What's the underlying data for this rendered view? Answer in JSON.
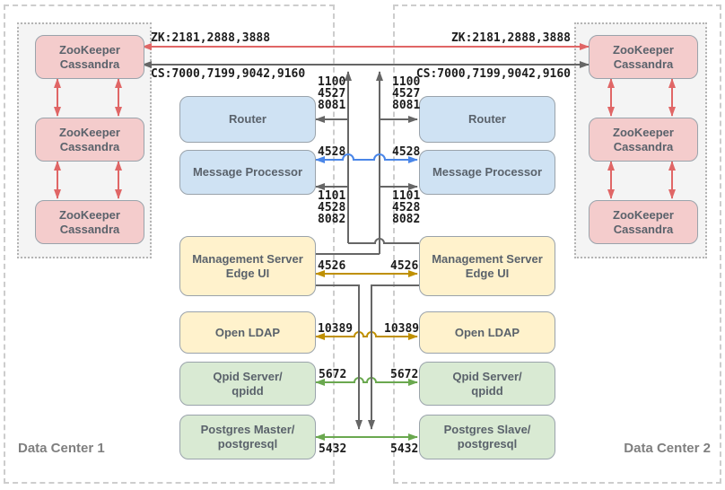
{
  "colors": {
    "zk_node_fill": "#f4cccc",
    "gateway_node_fill": "#cfe2f3",
    "mgmt_node_fill": "#fff2cc",
    "datastore_node_fill": "#d9ead3",
    "zk_link": "#e06666",
    "cassandra_link": "#666666",
    "message_processor_link": "#4a86e8",
    "management_link": "#bf9000",
    "datastore_link": "#6aa84f",
    "dc_label_color": "#7f7f7f"
  },
  "dc1": {
    "label": "Data Center 1",
    "zk_nodes": [
      {
        "line1": "ZooKeeper",
        "line2": "Cassandra"
      },
      {
        "line1": "ZooKeeper",
        "line2": "Cassandra"
      },
      {
        "line1": "ZooKeeper",
        "line2": "Cassandra"
      }
    ],
    "router": {
      "line1": "Router",
      "line2": ""
    },
    "message_processor": {
      "line1": "Message Processor",
      "line2": ""
    },
    "management_server": {
      "line1": "Management Server",
      "line2": "Edge UI"
    },
    "open_ldap": {
      "line1": "Open LDAP",
      "line2": ""
    },
    "qpid": {
      "line1": "Qpid Server/",
      "line2": "qpidd"
    },
    "postgres": {
      "line1": "Postgres Master/",
      "line2": "postgresql"
    }
  },
  "dc2": {
    "label": "Data Center 2",
    "zk_nodes": [
      {
        "line1": "ZooKeeper",
        "line2": "Cassandra"
      },
      {
        "line1": "ZooKeeper",
        "line2": "Cassandra"
      },
      {
        "line1": "ZooKeeper",
        "line2": "Cassandra"
      }
    ],
    "router": {
      "line1": "Router",
      "line2": ""
    },
    "message_processor": {
      "line1": "Message Processor",
      "line2": ""
    },
    "management_server": {
      "line1": "Management Server",
      "line2": "Edge UI"
    },
    "open_ldap": {
      "line1": "Open LDAP",
      "line2": ""
    },
    "qpid": {
      "line1": "Qpid Server/",
      "line2": "qpidd"
    },
    "postgres": {
      "line1": "Postgres Slave/",
      "line2": "postgresql"
    }
  },
  "links": {
    "zk_label_left": "ZK:2181,2888,3888",
    "zk_label_right": "ZK:2181,2888,3888",
    "cs_label_left": "CS:7000,7199,9042,9160",
    "cs_label_right": "CS:7000,7199,9042,9160",
    "router_ports_left": [
      "1100",
      "4527",
      "8081"
    ],
    "router_ports_right": [
      "1100",
      "4527",
      "8081"
    ],
    "mp_port_left": "4528",
    "mp_port_right": "4528",
    "mp_mgmt_ports_left": [
      "1101",
      "4528",
      "8082"
    ],
    "mp_mgmt_ports_right": [
      "1101",
      "4528",
      "8082"
    ],
    "mgmt_port_left": "4526",
    "mgmt_port_right": "4526",
    "ldap_port_left": "10389",
    "ldap_port_right": "10389",
    "qpid_port_left": "5672",
    "qpid_port_right": "5672",
    "postgres_port_left": "5432",
    "postgres_port_right": "5432"
  }
}
